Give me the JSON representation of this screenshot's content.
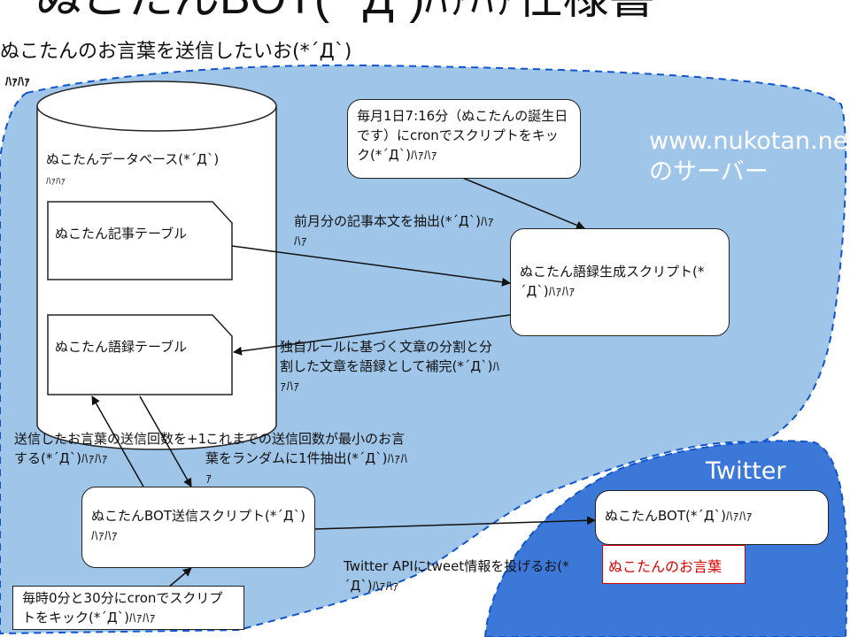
{
  "title": "ぬこたんBOT(*´Д`)ﾊｧﾊｧ仕様書",
  "subtitle": "ぬこたんのお言葉を送信したいお(*´Д`)",
  "subtitle_suffix": "ﾊｧﾊｧ",
  "server_label": "www.nukotan.netのサーバー",
  "twitter_label": "Twitter",
  "database": {
    "label": "ぬこたんデータベース(*´Д`)",
    "label_suffix": "ﾊｧﾊｧ",
    "tables": [
      {
        "label": "ぬこたん記事テーブル"
      },
      {
        "label": "ぬこたん語録テーブル"
      }
    ]
  },
  "cron_monthly": "毎月1日7:16分（ぬこたんの誕生日です）にcronでスクリプトをキック(*´Д`)ﾊｧﾊｧ",
  "goroku_script": "ぬこたん語録生成スクリプト(*´Д`)ﾊｧﾊｧ",
  "extract_label": "前月分の記事本文を抽出(*´Д`)ﾊｧﾊｧ",
  "split_label": "独自ルールに基づく文章の分割と分割した文章を語録として補完(*´Д`)ﾊｧﾊｧ",
  "increment_label": "送信したお言葉の送信回数を+1する(*´Д`)ﾊｧﾊｧ",
  "random_label": "これまでの送信回数が最小のお言葉をランダムに1件抽出(*´Д`)ﾊｧﾊｧ",
  "bot_script": "ぬこたんBOT送信スクリプト(*´Д`)ﾊｧﾊｧ",
  "cron_halfhour": "毎時0分と30分にcronでスクリプトをキック(*´Д`)ﾊｧﾊｧ",
  "twitter_api_label": "Twitter APIにtweet情報を投げるお(*´Д`)ﾊｧﾊｧ",
  "bot_account": "ぬこたんBOT(*´Д`)ﾊｧﾊｧ",
  "quote_box": "ぬこたんのお言葉",
  "colors": {
    "server_region": "#9fc5e8",
    "twitter_region": "#3c78d8",
    "quote_border": "#dd0000",
    "server_border": "#1155cc"
  }
}
